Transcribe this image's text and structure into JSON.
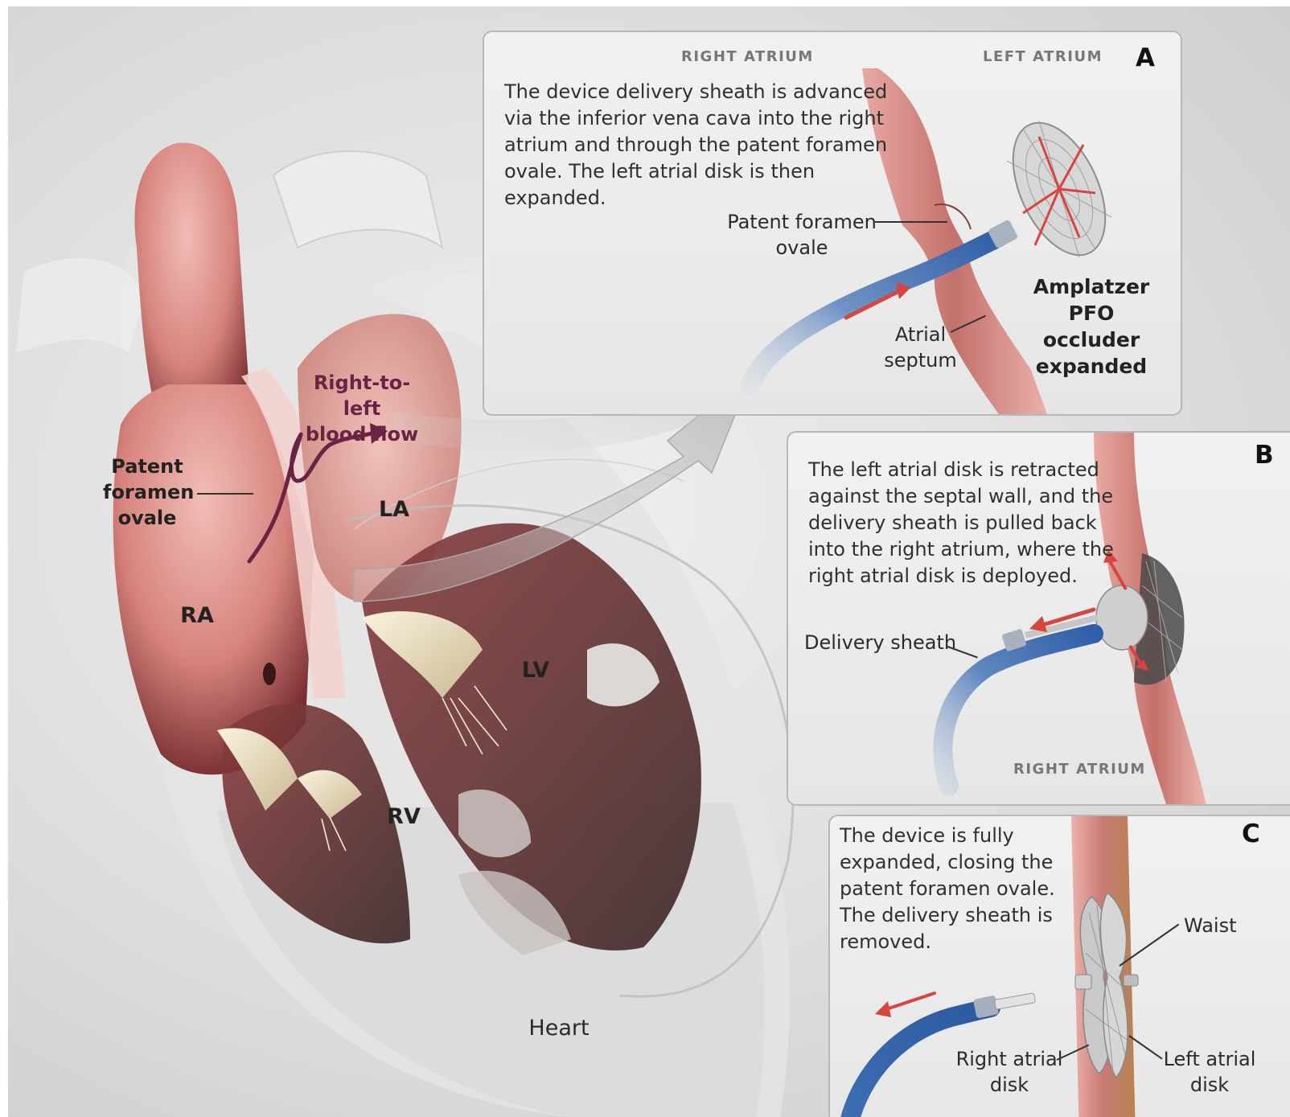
{
  "heart": {
    "pfo_label": "Patent\nforamen\novale",
    "flow_label": "Right-to-left\nblood flow",
    "la": "LA",
    "ra": "RA",
    "lv": "LV",
    "rv": "RV",
    "heart_label": "Heart"
  },
  "panel_a": {
    "letter": "A",
    "right_atrium": "RIGHT ATRIUM",
    "left_atrium": "LEFT ATRIUM",
    "caption": "The device delivery sheath is advanced\nvia the inferior vena cava into the right\natrium and through the patent foramen\novale. The left atrial disk is then\nexpanded.",
    "pfo_label": "Patent foramen\novale",
    "septum_label": "Atrial\nseptum",
    "occluder_label": "Amplatzer\nPFO occluder\nexpanded"
  },
  "panel_b": {
    "letter": "B",
    "caption": "The left atrial disk is retracted\nagainst the septal wall, and the\ndelivery sheath is pulled back\ninto the right atrium, where the\nright atrial disk is deployed.",
    "sheath_label": "Delivery sheath",
    "right_atrium": "RIGHT ATRIUM"
  },
  "panel_c": {
    "letter": "C",
    "caption": "The device is fully\nexpanded, closing the\npatent foramen ovale.\nThe delivery sheath is\nremoved.",
    "waist_label": "Waist",
    "right_disk_label": "Right atrial\ndisk",
    "left_disk_label": "Left atrial\ndisk"
  },
  "colors": {
    "tissue": "#d98a84",
    "tissue_dark": "#7a2f33",
    "sheath": "#3f6fb3",
    "arrow": "#d9443e",
    "flow": "#6b2344"
  }
}
